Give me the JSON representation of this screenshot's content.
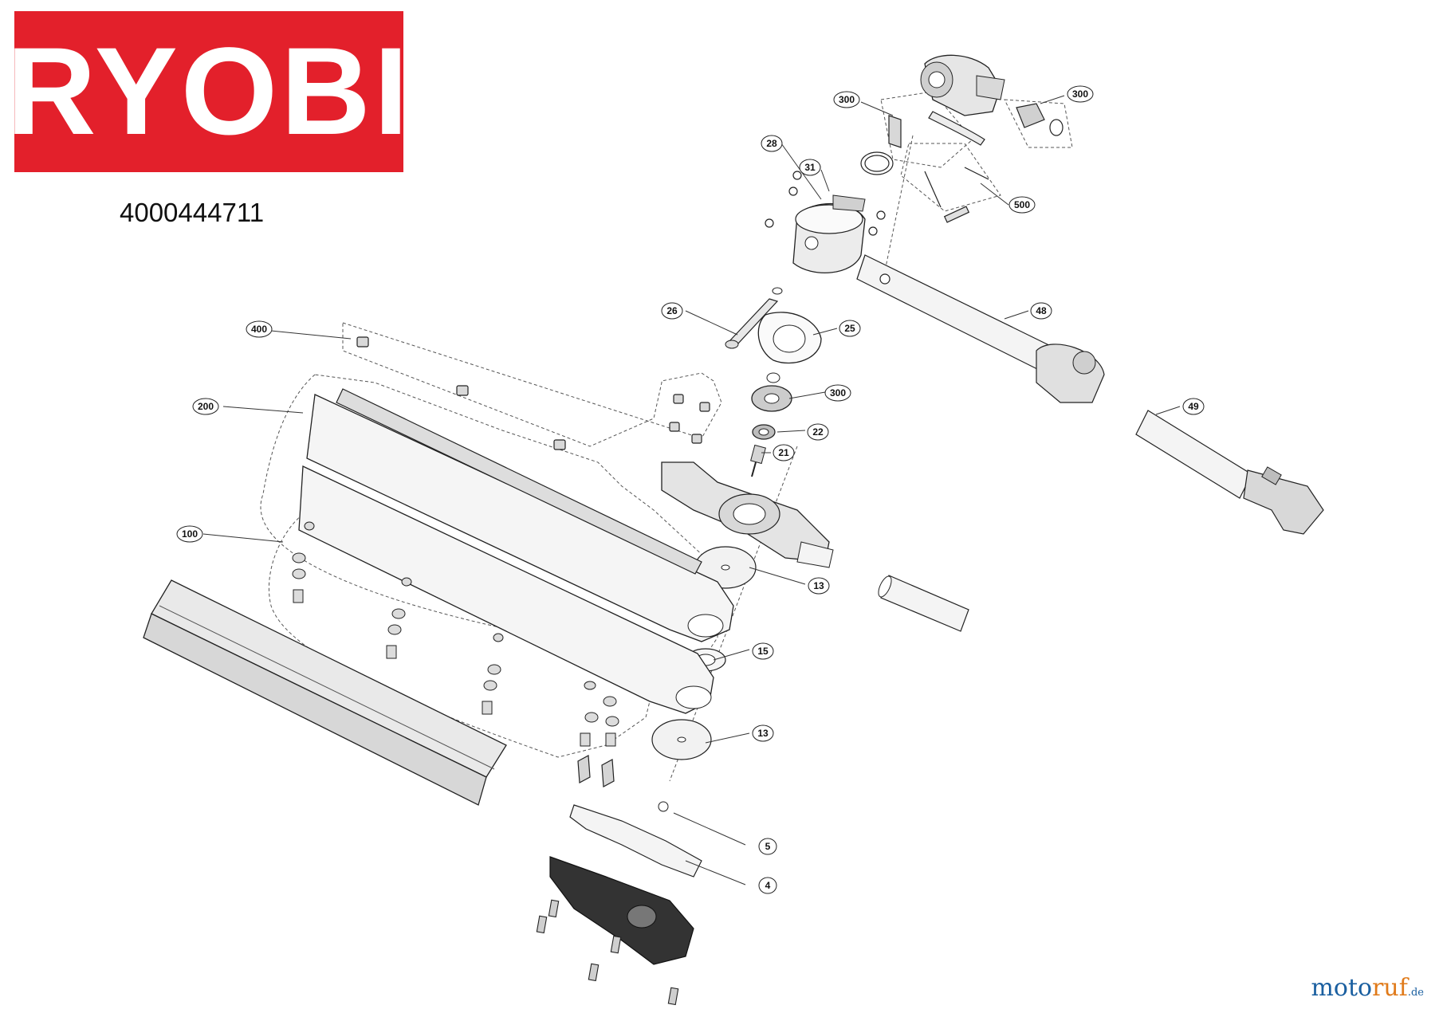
{
  "brand": {
    "logo_text": "RYOBI",
    "color": "#e3202b"
  },
  "part_number": "4000444711",
  "watermark": {
    "main": "moto",
    "accent": "ruf",
    "tld": ".de"
  },
  "callouts": [
    "400",
    "200",
    "100",
    "300",
    "28",
    "31",
    "300",
    "500",
    "26",
    "25",
    "48",
    "300",
    "22",
    "21",
    "49",
    "13",
    "15",
    "13",
    "5",
    "4"
  ],
  "colors": {
    "line": "#222222",
    "part_fill": "#e8e8e8",
    "leader": "#333333"
  }
}
